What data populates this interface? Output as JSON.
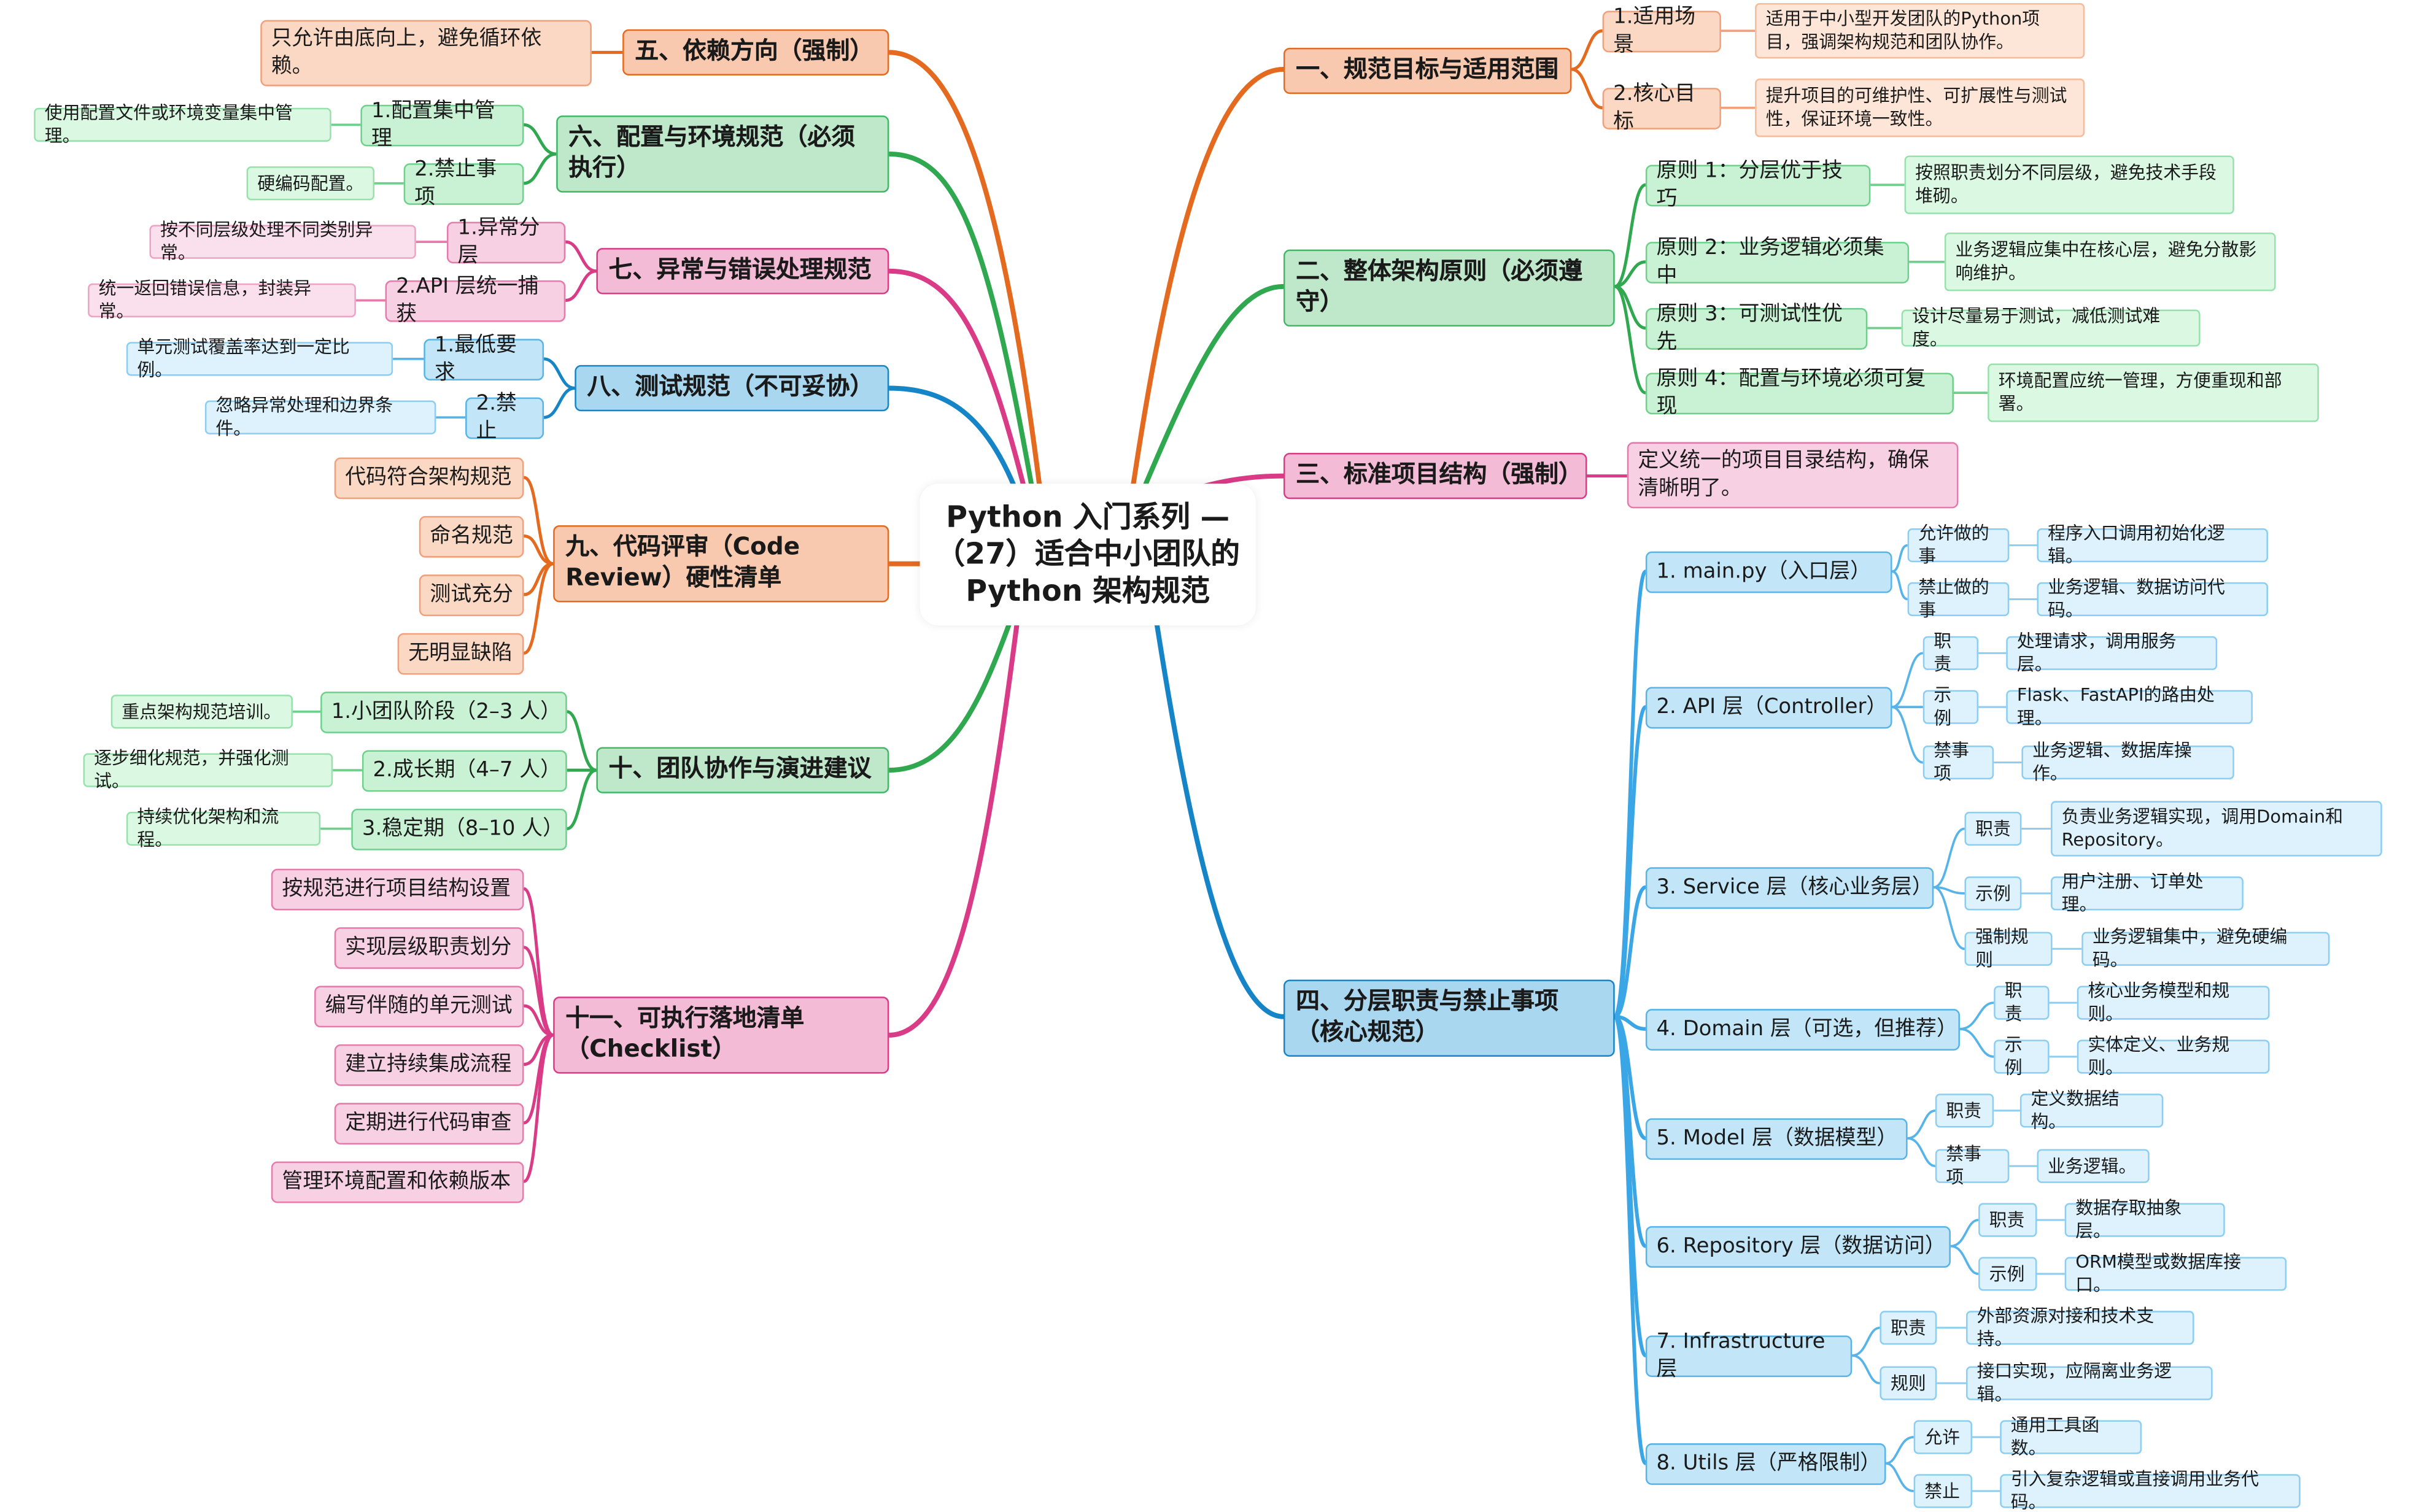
{
  "root": {
    "title": "Python 入门系列 —（27）适合中小团队的 Python 架构规范"
  },
  "branches": {
    "b1": {
      "title": "一、规范目标与适用范围",
      "items": [
        {
          "label": "1.适用场景",
          "desc": "适用于中小型开发团队的Python项目，强调架构规范和团队协作。"
        },
        {
          "label": "2.核心目标",
          "desc": "提升项目的可维护性、可扩展性与测试性，保证环境一致性。"
        }
      ]
    },
    "b2": {
      "title": "二、整体架构原则（必须遵守）",
      "items": [
        {
          "label": "原则 1：分层优于技巧",
          "desc": "按照职责划分不同层级，避免技术手段堆砌。"
        },
        {
          "label": "原则 2：业务逻辑必须集中",
          "desc": "业务逻辑应集中在核心层，避免分散影响维护。"
        },
        {
          "label": "原则 3：可测试性优先",
          "desc": "设计尽量易于测试，减低测试难度。"
        },
        {
          "label": "原则 4：配置与环境必须可复现",
          "desc": "环境配置应统一管理，方便重现和部署。"
        }
      ]
    },
    "b3": {
      "title": "三、标准项目结构（强制）",
      "desc": "定义统一的项目目录结构，确保清晰明了。"
    },
    "b4": {
      "title": "四、分层职责与禁止事项（核心规范）",
      "layers": [
        {
          "label": "1. main.py（入口层）",
          "rows": [
            {
              "k": "允许做的事",
              "v": "程序入口调用初始化逻辑。"
            },
            {
              "k": "禁止做的事",
              "v": "业务逻辑、数据访问代码。"
            }
          ]
        },
        {
          "label": "2. API 层（Controller）",
          "rows": [
            {
              "k": "职责",
              "v": "处理请求，调用服务层。"
            },
            {
              "k": "示例",
              "v": "Flask、FastAPI的路由处理。"
            },
            {
              "k": "禁事项",
              "v": "业务逻辑、数据库操作。"
            }
          ]
        },
        {
          "label": "3. Service 层（核心业务层）",
          "rows": [
            {
              "k": "职责",
              "v": "负责业务逻辑实现，调用Domain和Repository。"
            },
            {
              "k": "示例",
              "v": "用户注册、订单处理。"
            },
            {
              "k": "强制规则",
              "v": "业务逻辑集中，避免硬编码。"
            }
          ]
        },
        {
          "label": "4. Domain 层（可选，但推荐）",
          "rows": [
            {
              "k": "职责",
              "v": "核心业务模型和规则。"
            },
            {
              "k": "示例",
              "v": "实体定义、业务规则。"
            }
          ]
        },
        {
          "label": "5. Model 层（数据模型）",
          "rows": [
            {
              "k": "职责",
              "v": "定义数据结构。"
            },
            {
              "k": "禁事项",
              "v": "业务逻辑。"
            }
          ]
        },
        {
          "label": "6. Repository 层（数据访问）",
          "rows": [
            {
              "k": "职责",
              "v": "数据存取抽象层。"
            },
            {
              "k": "示例",
              "v": "ORM模型或数据库接口。"
            }
          ]
        },
        {
          "label": "7. Infrastructure 层",
          "rows": [
            {
              "k": "职责",
              "v": "外部资源对接和技术支持。"
            },
            {
              "k": "规则",
              "v": "接口实现，应隔离业务逻辑。"
            }
          ]
        },
        {
          "label": "8. Utils 层（严格限制）",
          "rows": [
            {
              "k": "允许",
              "v": "通用工具函数。"
            },
            {
              "k": "禁止",
              "v": "引入复杂逻辑或直接调用业务代码。"
            }
          ]
        }
      ]
    },
    "b5": {
      "title": "五、依赖方向（强制）",
      "desc": "只允许由底向上，避免循环依赖。"
    },
    "b6": {
      "title": "六、配置与环境规范（必须执行）",
      "items": [
        {
          "label": "1.配置集中管理",
          "desc": "使用配置文件或环境变量集中管理。"
        },
        {
          "label": "2.禁止事项",
          "desc": "硬编码配置。"
        }
      ]
    },
    "b7": {
      "title": "七、异常与错误处理规范",
      "items": [
        {
          "label": "1.异常分层",
          "desc": "按不同层级处理不同类别异常。"
        },
        {
          "label": "2.API 层统一捕获",
          "desc": "统一返回错误信息，封装异常。"
        }
      ]
    },
    "b8": {
      "title": "八、测试规范（不可妥协）",
      "items": [
        {
          "label": "1.最低要求",
          "desc": "单元测试覆盖率达到一定比例。"
        },
        {
          "label": "2.禁止",
          "desc": "忽略异常处理和边界条件。"
        }
      ]
    },
    "b9": {
      "title": "九、代码评审（Code Review）硬性清单",
      "items": [
        "代码符合架构规范",
        "命名规范",
        "测试充分",
        "无明显缺陷"
      ]
    },
    "b10": {
      "title": "十、团队协作与演进建议",
      "items": [
        {
          "label": "1.小团队阶段（2–3 人）",
          "desc": "重点架构规范培训。"
        },
        {
          "label": "2.成长期（4–7 人）",
          "desc": "逐步细化规范，并强化测试。"
        },
        {
          "label": "3.稳定期（8–10 人）",
          "desc": "持续优化架构和流程。"
        }
      ]
    },
    "b11": {
      "title": "十一、可执行落地清单（Checklist）",
      "items": [
        "按规范进行项目结构设置",
        "实现层级职责划分",
        "编写伴随的单元测试",
        "建立持续集成流程",
        "定期进行代码审查",
        "管理环境配置和依赖版本"
      ]
    }
  },
  "colors": {
    "orange": "#e36a1f",
    "green": "#2fa84f",
    "pink": "#d93b86",
    "blue": "#1685c7",
    "light_blue": "#3ba6e6"
  }
}
